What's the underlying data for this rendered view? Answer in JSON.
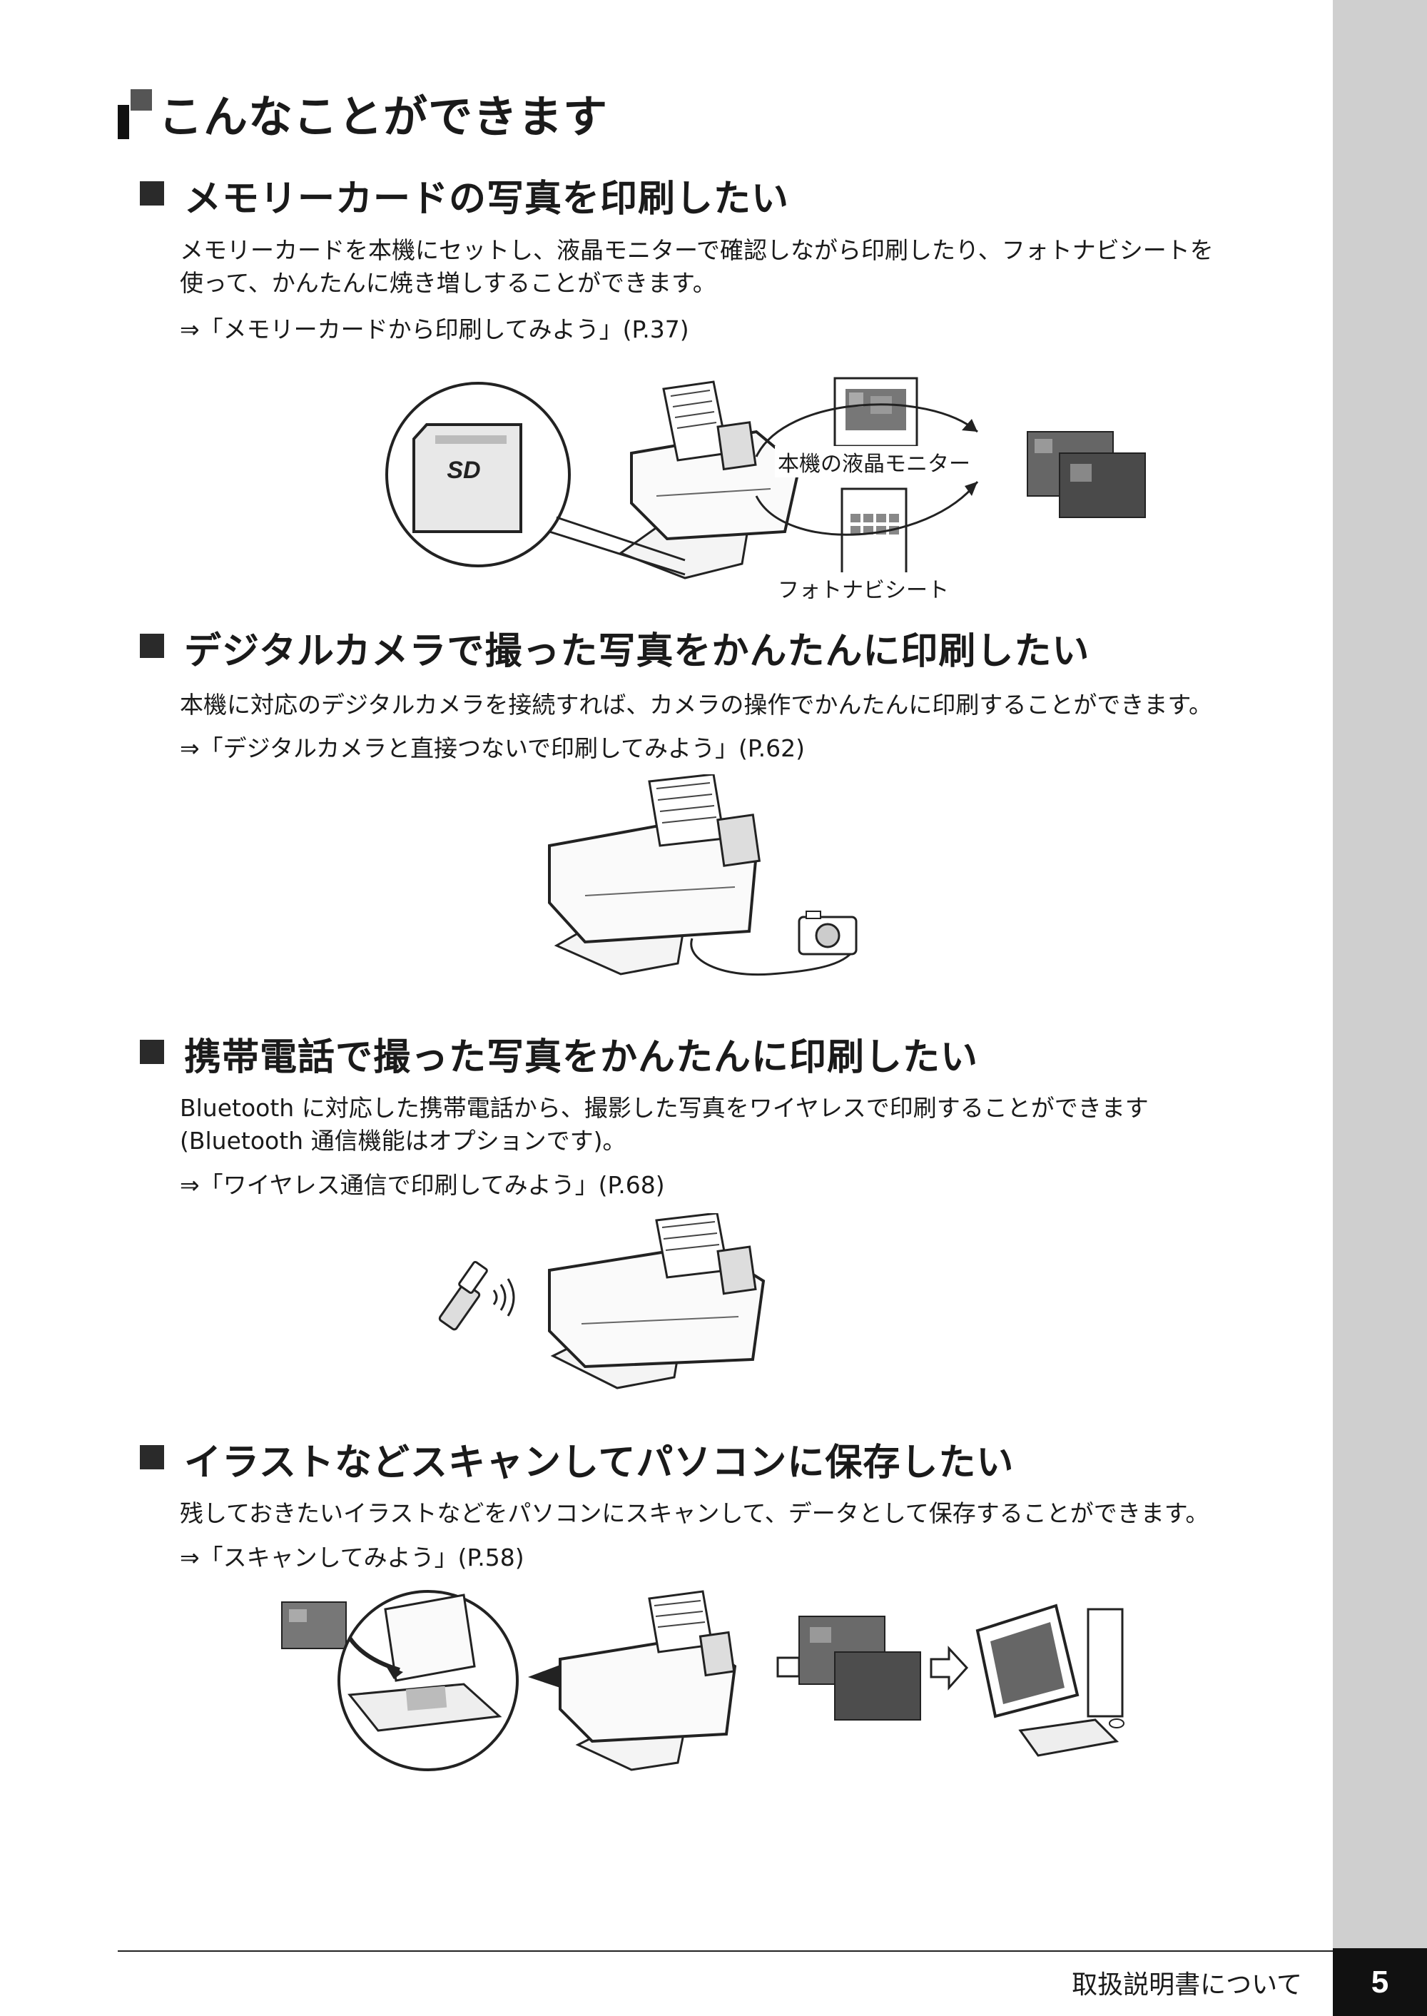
{
  "page": {
    "title": "こんなことができます",
    "footer_title": "取扱説明書について",
    "page_number": "5"
  },
  "sections": [
    {
      "heading": "メモリーカードの写真を印刷したい",
      "body": [
        "メモリーカードを本機にセットし、液晶モニターで確認しながら印刷したり、フォトナビシートを",
        "使って、かんたんに焼き増しすることができます。"
      ],
      "reference": "⇒「メモリーカードから印刷してみよう」(P.37)",
      "labels": [
        "本機の液晶モニター",
        "フォトナビシート"
      ]
    },
    {
      "heading": "デジタルカメラで撮った写真をかんたんに印刷したい",
      "body": [
        "本機に対応のデジタルカメラを接続すれば、カメラの操作でかんたんに印刷することができます。"
      ],
      "reference": "⇒「デジタルカメラと直接つないで印刷してみよう」(P.62)"
    },
    {
      "heading": "携帯電話で撮った写真をかんたんに印刷したい",
      "body": [
        "Bluetooth に対応した携帯電話から、撮影した写真をワイヤレスで印刷することができます",
        "(Bluetooth 通信機能はオプションです)。"
      ],
      "reference": "⇒「ワイヤレス通信で印刷してみよう」(P.68)"
    },
    {
      "heading": "イラストなどスキャンしてパソコンに保存したい",
      "body": [
        "残しておきたいイラストなどをパソコンにスキャンして、データとして保存することができます。"
      ],
      "reference": "⇒「スキャンしてみよう」(P.58)"
    }
  ],
  "colors": {
    "side_strip": "#cfcfcf",
    "page_number_box": "#111111",
    "text": "#1a1a1a"
  }
}
